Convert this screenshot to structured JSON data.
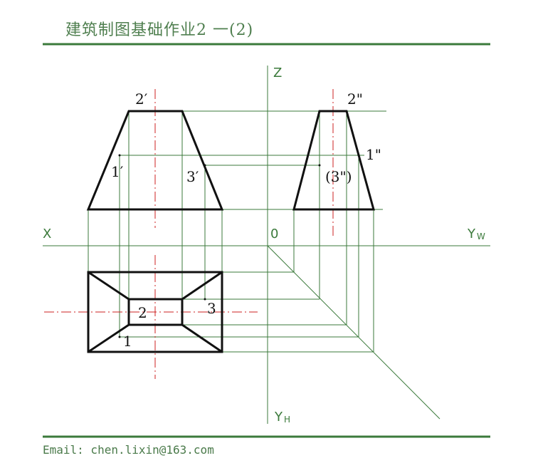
{
  "title": "建筑制图基础作业2 一(2)",
  "footer": "Email: chen.lixin@163.com",
  "axes": {
    "x": "X",
    "z": "Z",
    "origin": "0",
    "yw_main": "Y",
    "yw_sub": "W",
    "yh_main": "Y",
    "yh_sub": "H"
  },
  "points": {
    "p2_front": "2′",
    "p1_front": "1′",
    "p3_front": "3′",
    "p2_side": "2\"",
    "p1_side": "1\"",
    "p3_side": "(3\")",
    "p2_top": "2",
    "p3_top": "3",
    "p1_top": "1"
  },
  "colors": {
    "green": "#3b7a3b",
    "centerline": "#cc2222",
    "outline": "#111111"
  }
}
